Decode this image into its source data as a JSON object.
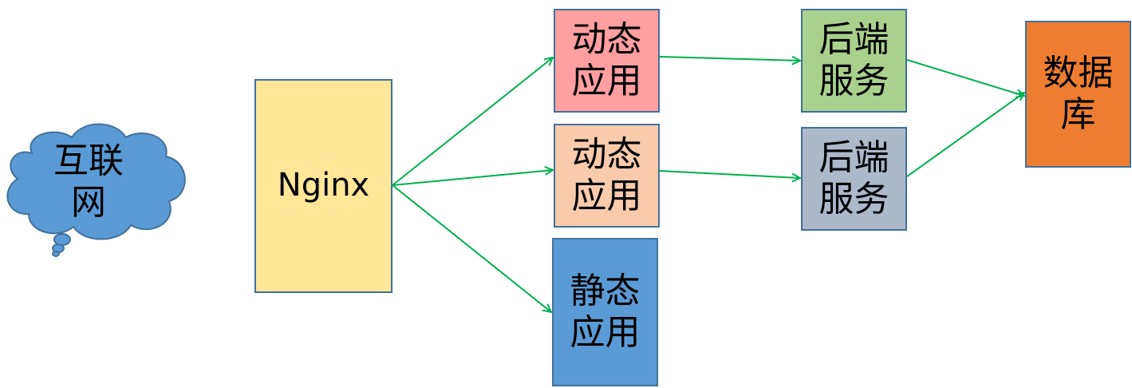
{
  "nodes": {
    "internet": {
      "label": "互联\n网",
      "fill": "#5b9bd5"
    },
    "nginx": {
      "label": "Nginx",
      "fill": "#ffe699"
    },
    "dynamic_app_1": {
      "label": "动态\n应用",
      "fill": "#ff9f9f"
    },
    "dynamic_app_2": {
      "label": "动态\n应用",
      "fill": "#f8cbad"
    },
    "static_app": {
      "label": "静态\n应用",
      "fill": "#5b9bd5"
    },
    "backend_service_1": {
      "label": "后端\n服务",
      "fill": "#a9d18e"
    },
    "backend_service_2": {
      "label": "后端\n服务",
      "fill": "#adb9ca"
    },
    "database": {
      "label": "数据\n库",
      "fill": "#ed7d31"
    }
  },
  "colors": {
    "arrow": "#00b050",
    "border": "#41719c"
  },
  "edges": [
    {
      "from": "nginx",
      "to": "dynamic_app_1"
    },
    {
      "from": "nginx",
      "to": "dynamic_app_2"
    },
    {
      "from": "nginx",
      "to": "static_app"
    },
    {
      "from": "dynamic_app_1",
      "to": "backend_service_1"
    },
    {
      "from": "dynamic_app_2",
      "to": "backend_service_2"
    },
    {
      "from": "backend_service_1",
      "to": "database"
    },
    {
      "from": "backend_service_2",
      "to": "database"
    }
  ]
}
